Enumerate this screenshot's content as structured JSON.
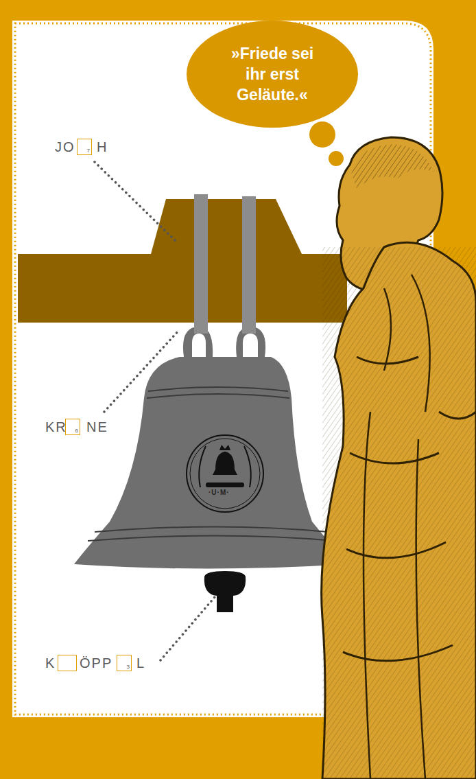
{
  "diagram": {
    "nodes": [
      {
        "text": [
          "»Friede sei ihr erst Geläute.«"
        ]
      },
      {
        "text": [
          "7"
        ]
      },
      {
        "text": [
          "6"
        ]
      },
      {
        "text": [
          "3"
        ]
      }
    ],
    "labels": [
      "JO",
      "H",
      "KR",
      "NE",
      "K",
      "ÖPP",
      "L",
      "·U·M·"
    ]
  }
}
